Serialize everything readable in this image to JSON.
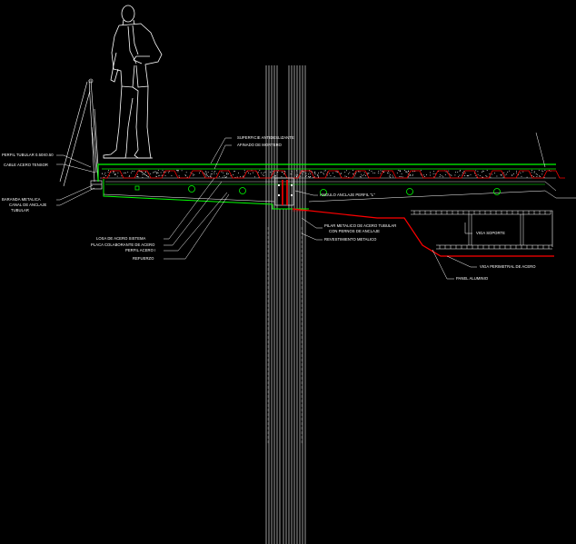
{
  "labels": {
    "perfil_tubular": "PERFIL TUBULAR 0.50X0.50",
    "cable_acero": "CABLE ACERO TENSOR",
    "baranda": "BARANDA METALICA",
    "canal_anclaje": "CANAL DE ANCLAJE",
    "tubular": "TUBULAR",
    "superficie": "SUPERFICIE ANTIDESLIZANTE",
    "afinado": "AFINADO DE MORTERO",
    "losa_acero": "LOSA DE ACERO SISTEMA",
    "placa_colaborante": "PLACA COLABORANTE DE ACERO",
    "perfil_i": "PERFIL ACERO I",
    "refuerzo": "REFUERZO",
    "angulo": "ANGULO ANCLAJE PERFIL \"L\"",
    "pilar1": "PILAR METALICO DE ACERO TUBULAR",
    "pilar2": "CON PERNOS DE ANCLAJE",
    "revestimiento": "REVESTIMIENTO METALICO",
    "viga_soporte": "VIGA SOPORTE",
    "viga_perimetral": "VIGA PERIMETRAL DE ACERO",
    "panel": "PANEL ALUMINIO"
  },
  "colors": {
    "background": "#000000",
    "lines": "#ffffff",
    "slab_outline": "#00ff00",
    "connection": "#ff0000",
    "markers": "#00ff00"
  }
}
